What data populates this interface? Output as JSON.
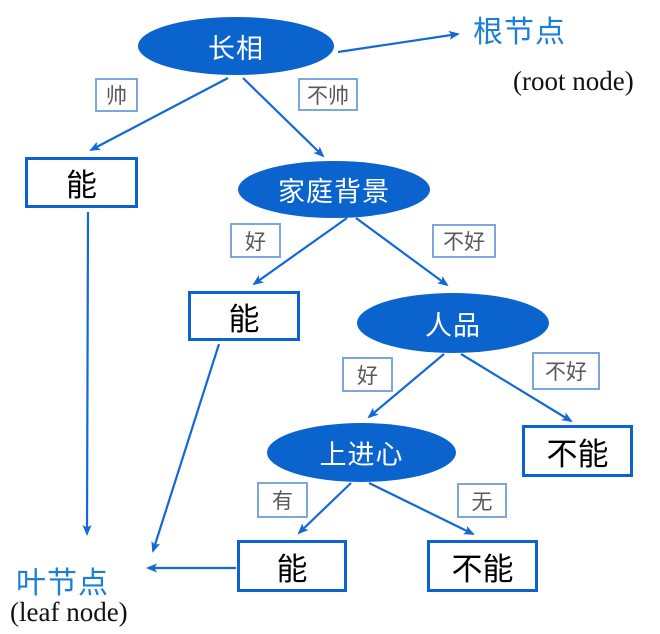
{
  "colors": {
    "node_fill": "#0b63ce",
    "node_text": "#ffffff",
    "arrow": "#1268d6",
    "leaf_border": "#0b62d0",
    "edge_border": "#7ba7dc",
    "edge_text": "#595959",
    "annotation_blue": "#1b7fd8",
    "leaf_text": "#000000"
  },
  "chart_data": {
    "type": "decision-tree",
    "nodes": [
      {
        "id": "root",
        "label": "长相",
        "type": "decision"
      },
      {
        "id": "family",
        "label": "家庭背景",
        "type": "decision"
      },
      {
        "id": "character",
        "label": "人品",
        "type": "decision"
      },
      {
        "id": "ambition",
        "label": "上进心",
        "type": "decision"
      },
      {
        "id": "leaf1",
        "label": "能",
        "type": "leaf"
      },
      {
        "id": "leaf2",
        "label": "能",
        "type": "leaf"
      },
      {
        "id": "leaf3",
        "label": "不能",
        "type": "leaf"
      },
      {
        "id": "leaf4",
        "label": "能",
        "type": "leaf"
      },
      {
        "id": "leaf5",
        "label": "不能",
        "type": "leaf"
      }
    ],
    "edges": [
      {
        "from": "root",
        "to": "leaf1",
        "label": "帅"
      },
      {
        "from": "root",
        "to": "family",
        "label": "不帅"
      },
      {
        "from": "family",
        "to": "leaf2",
        "label": "好"
      },
      {
        "from": "family",
        "to": "character",
        "label": "不好"
      },
      {
        "from": "character",
        "to": "ambition",
        "label": "好"
      },
      {
        "from": "character",
        "to": "leaf3",
        "label": "不好"
      },
      {
        "from": "ambition",
        "to": "leaf4",
        "label": "有"
      },
      {
        "from": "ambition",
        "to": "leaf5",
        "label": "无"
      }
    ]
  },
  "nodes": {
    "root": {
      "label": "长相"
    },
    "family": {
      "label": "家庭背景"
    },
    "character": {
      "label": "人品"
    },
    "ambition": {
      "label": "上进心"
    }
  },
  "edges": {
    "handsome": "帅",
    "not_handsome": "不帅",
    "family_good": "好",
    "family_bad": "不好",
    "character_good": "好",
    "character_bad": "不好",
    "ambition_yes": "有",
    "ambition_no": "无"
  },
  "leaves": {
    "handsome_yes": "能",
    "family_yes": "能",
    "character_no": "不能",
    "ambition_yes": "能",
    "ambition_no": "不能"
  },
  "annotations": {
    "root_zh": "根节点",
    "root_en": "(root node)",
    "leaf_zh": "叶节点",
    "leaf_en": "(leaf node)"
  }
}
